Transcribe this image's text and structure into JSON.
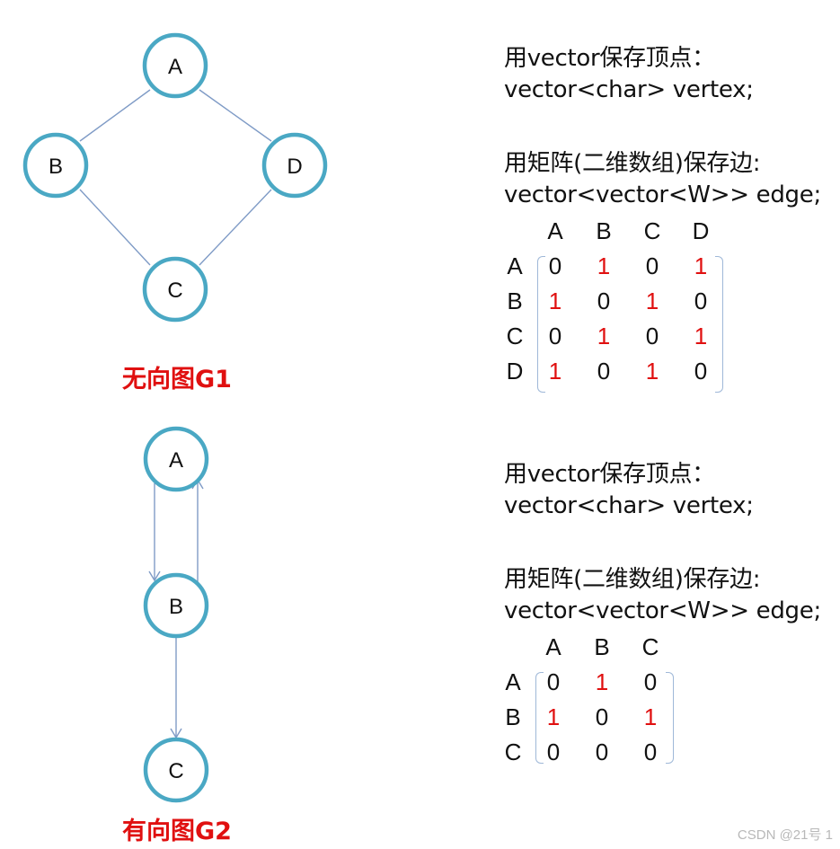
{
  "colors": {
    "node_stroke": "#4aa8c4",
    "edge": "#7f9bc6",
    "highlight": "#e01010",
    "text": "#111111",
    "bracket": "#9fb8d8"
  },
  "graph1": {
    "title": "无向图G1",
    "nodes": [
      {
        "id": "A",
        "label": "A"
      },
      {
        "id": "B",
        "label": "B"
      },
      {
        "id": "D",
        "label": "D"
      },
      {
        "id": "C",
        "label": "C"
      }
    ],
    "edges": [
      {
        "from": "A",
        "to": "B"
      },
      {
        "from": "A",
        "to": "D"
      },
      {
        "from": "B",
        "to": "C"
      },
      {
        "from": "D",
        "to": "C"
      }
    ]
  },
  "graph2": {
    "title": "有向图G2",
    "nodes": [
      {
        "id": "A",
        "label": "A"
      },
      {
        "id": "B",
        "label": "B"
      },
      {
        "id": "C",
        "label": "C"
      }
    ],
    "edges": [
      {
        "from": "A",
        "to": "B"
      },
      {
        "from": "B",
        "to": "A"
      },
      {
        "from": "B",
        "to": "C"
      }
    ]
  },
  "panel1": {
    "vertex_caption": "用vector保存顶点：",
    "vertex_code": "vector<char>  vertex;",
    "edge_caption": "用矩阵(二维数组)保存边:",
    "edge_code": "vector<vector<W>> edge;",
    "col_headers": [
      "A",
      "B",
      "C",
      "D"
    ],
    "row_headers": [
      "A",
      "B",
      "C",
      "D"
    ],
    "matrix": [
      [
        "0",
        "1",
        "0",
        "1"
      ],
      [
        "1",
        "0",
        "1",
        "0"
      ],
      [
        "0",
        "1",
        "0",
        "1"
      ],
      [
        "1",
        "0",
        "1",
        "0"
      ]
    ]
  },
  "panel2": {
    "vertex_caption": "用vector保存顶点：",
    "vertex_code": "vector<char>  vertex;",
    "edge_caption": "用矩阵(二维数组)保存边:",
    "edge_code": "vector<vector<W>> edge;",
    "col_headers": [
      "A",
      "B",
      "C"
    ],
    "row_headers": [
      "A",
      "B",
      "C"
    ],
    "matrix": [
      [
        "0",
        "1",
        "0"
      ],
      [
        "1",
        "0",
        "1"
      ],
      [
        "0",
        "0",
        "0"
      ]
    ]
  },
  "watermark": "CSDN @21号      1"
}
